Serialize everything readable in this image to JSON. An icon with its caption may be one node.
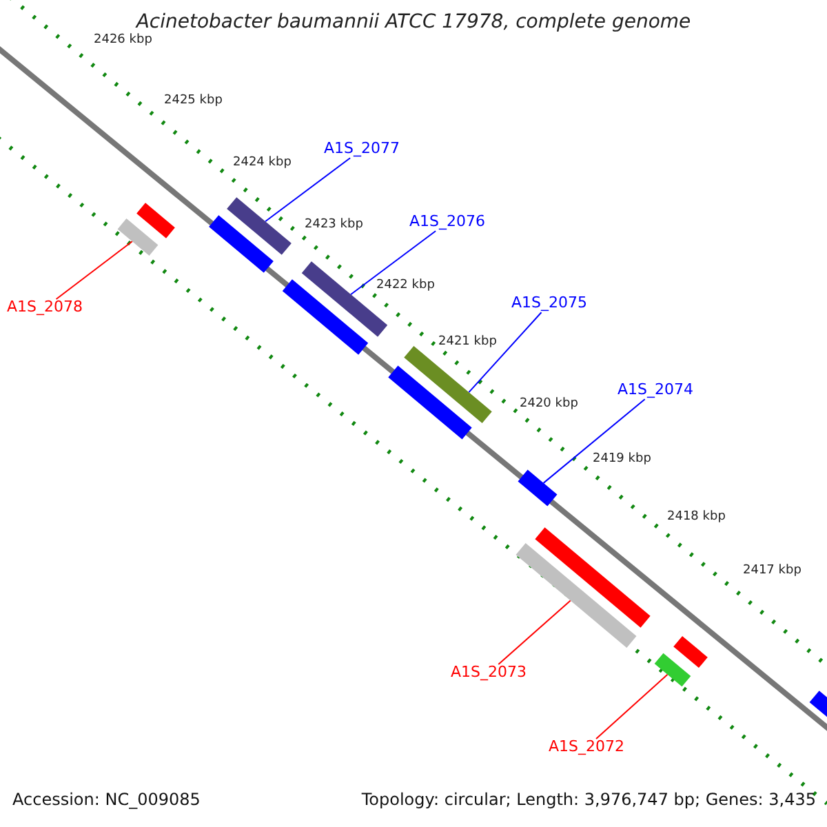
{
  "diagram": {
    "title": "Acinetobacter baumannii ATCC 17978, complete genome",
    "nodes": [
      {
        "text": [
          "A1S_2077"
        ]
      },
      {
        "text": [
          "A1S_2076"
        ]
      },
      {
        "text": [
          "A1S_2078"
        ]
      },
      {
        "text": [
          "A1S_2075"
        ]
      },
      {
        "text": [
          "A1S_2074"
        ]
      },
      {
        "text": [
          "A1S_2073"
        ]
      },
      {
        "text": [
          "A1S_2072"
        ]
      },
      {
        "text": [],
        "shape": "bar"
      },
      {
        "text": [],
        "shape": "bar"
      },
      {
        "text": [],
        "shape": "bar"
      },
      {
        "text": [],
        "shape": "bar"
      },
      {
        "text": [],
        "shape": "bar"
      },
      {
        "text": [],
        "shape": "bar"
      },
      {
        "text": [],
        "shape": "bar"
      },
      {
        "text": [],
        "shape": "bar"
      },
      {
        "text": [],
        "shape": "bar"
      },
      {
        "text": [],
        "shape": "bar"
      },
      {
        "text": [],
        "shape": "bar"
      },
      {
        "text": [],
        "shape": "bar"
      },
      {
        "text": [],
        "shape": "bar"
      },
      {
        "text": [],
        "shape": "bar"
      }
    ],
    "edges": [
      {
        "from": 0,
        "to": 10,
        "arrow": "none"
      },
      {
        "from": 1,
        "to": 12,
        "arrow": "none"
      },
      {
        "from": 2,
        "to": 8,
        "arrow": "none",
        "color": "#ff0000"
      },
      {
        "from": 3,
        "to": 14,
        "arrow": "none"
      },
      {
        "from": 4,
        "to": 15,
        "arrow": "none"
      },
      {
        "from": 5,
        "to": 17,
        "arrow": "none",
        "color": "#ff0000"
      },
      {
        "from": 6,
        "to": 19,
        "arrow": "none",
        "color": "#ff0000"
      }
    ],
    "labels": [
      "2426 kbp",
      "2425 kbp",
      "2424 kbp",
      "2423 kbp",
      "2422 kbp",
      "2421 kbp",
      "2420 kbp",
      "2419 kbp",
      "2418 kbp",
      "2417 kbp",
      "Accession: NC_009085",
      "Topology: circular; Length: 3,976,747 bp; Genes: 3,435"
    ]
  }
}
